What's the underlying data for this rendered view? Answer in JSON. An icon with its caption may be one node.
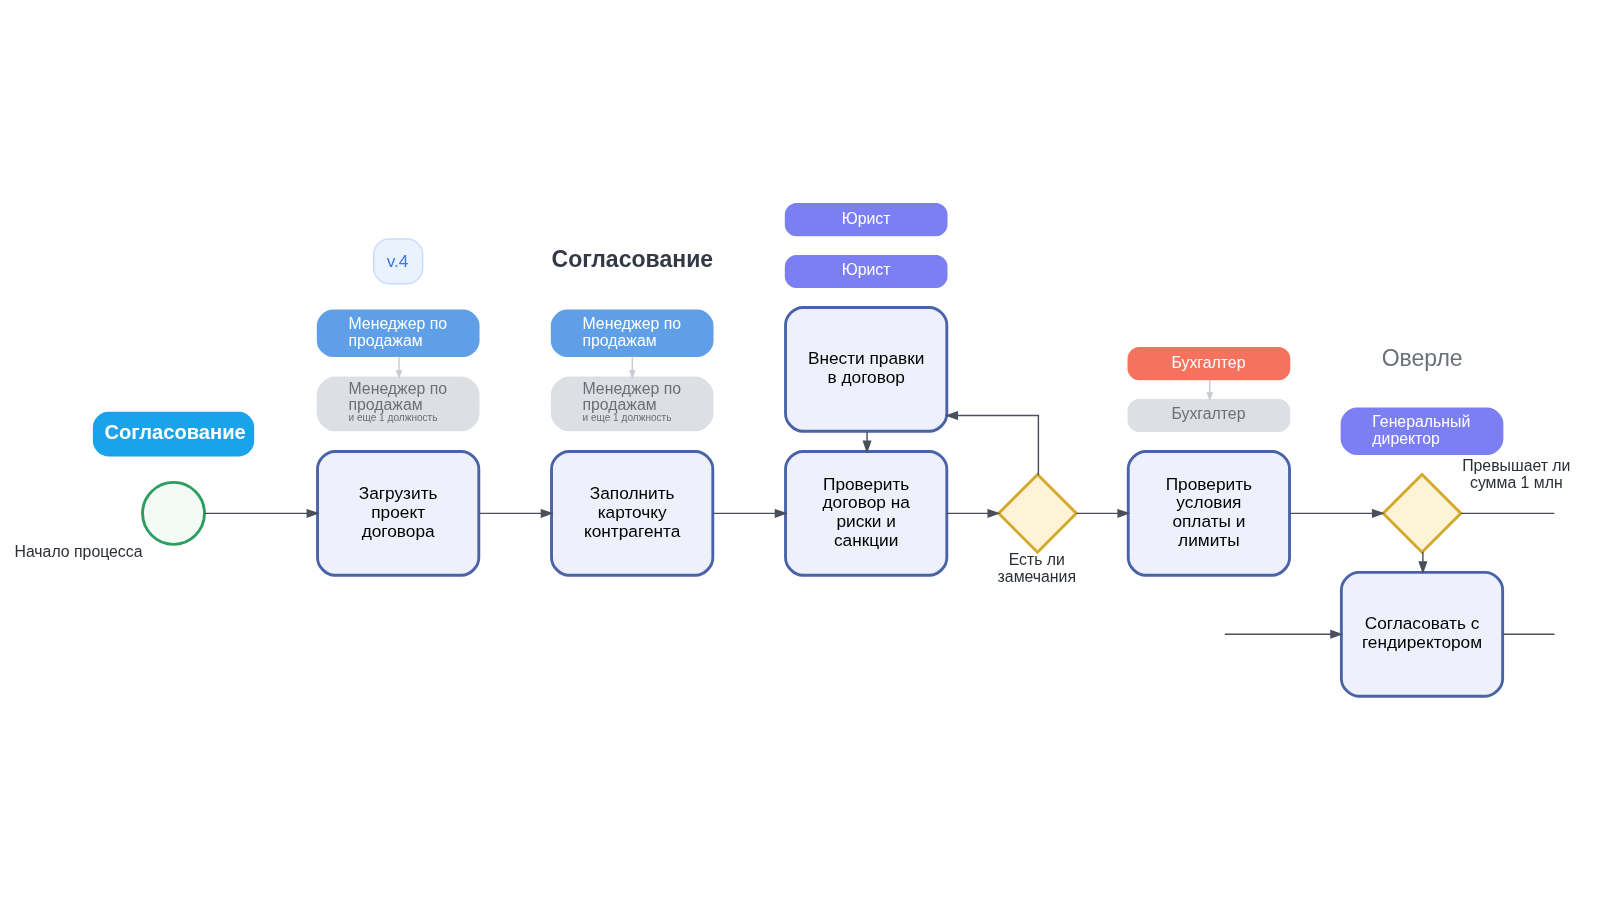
{
  "diagram": {
    "nodes": [
      {
        "text": [],
        "shape": "circle",
        "beside": [
          "Начало процесса"
        ]
      },
      {
        "text": [
          "Менеджер по продажам"
        ]
      },
      {
        "text": [
          "Менеджер по продажам",
          "и еще 1 должность"
        ]
      },
      {
        "text": [
          "Загрузить проект договора"
        ]
      },
      {
        "text": [
          "Менеджер по продажам"
        ]
      },
      {
        "text": [
          "Менеджер по продажам",
          "и еще 1 должность"
        ]
      },
      {
        "text": [
          "Заполнить карточку контрагента"
        ]
      },
      {
        "text": [
          "Юрист"
        ]
      },
      {
        "text": [
          "Проверить договор на риски и санкции"
        ]
      },
      {
        "text": [
          "Юрист"
        ]
      },
      {
        "text": [
          "Внести правки в договор"
        ]
      },
      {
        "text": [],
        "shape": "diamond",
        "beside": [
          "Есть ли замечания"
        ]
      },
      {
        "text": [
          "Бухгалтер"
        ]
      },
      {
        "text": [
          "Бухгалтер"
        ]
      },
      {
        "text": [
          "Проверить условия оплаты и лимиты"
        ]
      },
      {
        "text": [],
        "shape": "diamond",
        "beside": [
          "Превышает ли сумма 1 млн"
        ]
      },
      {
        "text": [
          "Генеральный директор"
        ]
      },
      {
        "text": [
          "Согласовать с гендиректором"
        ]
      }
    ],
    "edges": [
      {
        "from": 0,
        "to": 3,
        "arrow": "to"
      },
      {
        "from": 3,
        "to": 6,
        "arrow": "to"
      },
      {
        "from": 6,
        "to": 8,
        "arrow": "to"
      },
      {
        "from": 8,
        "to": 11,
        "arrow": "to"
      },
      {
        "from": 11,
        "to": 10,
        "arrow": "to"
      },
      {
        "from": 10,
        "to": 8,
        "arrow": "to"
      },
      {
        "from": 11,
        "to": 14,
        "arrow": "to"
      },
      {
        "from": 14,
        "to": 15,
        "arrow": "to"
      },
      {
        "from": 15,
        "to": 17,
        "arrow": "to"
      },
      {
        "from": 15,
        "to": null,
        "arrow": "none"
      },
      {
        "from": null,
        "to": 17,
        "arrow": "to"
      },
      {
        "from": 17,
        "to": null,
        "arrow": "none"
      },
      {
        "from": 1,
        "to": 2,
        "arrow": "to",
        "color": "#c8ccd2"
      },
      {
        "from": 4,
        "to": 5,
        "arrow": "to",
        "color": "#c8ccd2"
      },
      {
        "from": 12,
        "to": 13,
        "arrow": "to",
        "color": "#c8ccd2"
      }
    ],
    "labels": [
      "Согласование",
      "v.4",
      "Согласование",
      "Оверле"
    ]
  }
}
